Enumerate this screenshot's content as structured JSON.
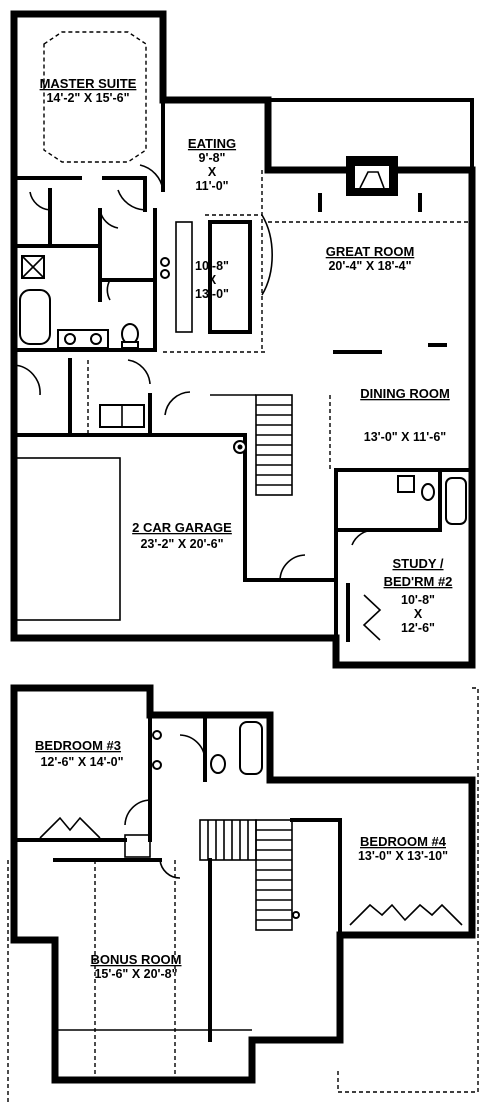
{
  "rooms": {
    "master_suite": {
      "name": "MASTER SUITE",
      "dim": "14'-2\" X 15'-6\""
    },
    "eating": {
      "name": "EATING",
      "dim1": "9'-8\"",
      "x": "X",
      "dim2": "11'-0\""
    },
    "kitchen": {
      "dim1": "10'-8\"",
      "x": "X",
      "dim2": "13'-0\""
    },
    "great_room": {
      "name": "GREAT ROOM",
      "dim": "20'-4\" X 18'-4\""
    },
    "dining_room": {
      "name": "DINING ROOM",
      "dim": "13'-0\" X 11'-6\""
    },
    "garage": {
      "name": "2 CAR GARAGE",
      "dim": "23'-2\" X 20'-6\""
    },
    "study": {
      "name1": "STUDY /",
      "name2": "BED'RM #2",
      "dim1": "10'-8\"",
      "x": "X",
      "dim2": "12'-6\""
    },
    "bedroom3": {
      "name": "BEDROOM #3",
      "dim": "12'-6\" X 14'-0\""
    },
    "bedroom4": {
      "name": "BEDROOM #4",
      "dim": "13'-0\" X 13'-10\""
    },
    "bonus_room": {
      "name": "BONUS ROOM",
      "dim": "15'-6\" X 20'-8\""
    }
  }
}
